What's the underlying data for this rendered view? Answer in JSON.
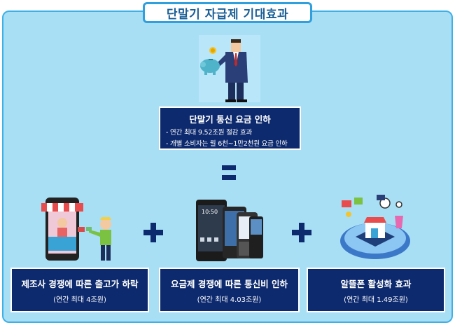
{
  "title": "단말기 자급제 기대효과",
  "main_effect": {
    "heading": "단말기 통신 요금 인하",
    "lines": [
      "- 연간 최대 9.52조원 절감 효과",
      "- 개별 소비자는 월 6천~1만2천원 요금 인하"
    ]
  },
  "effects": [
    {
      "heading": "제조사 경쟁에 따른 출고가 하락",
      "sub": "(연간 최대 4조원)"
    },
    {
      "heading": "요금제 경쟁에 따른 통신비 인하",
      "sub": "(연간 최대 4.03조원)"
    },
    {
      "heading": "알뜰폰 활성화 효과",
      "sub": "(연간 최대 1.49조원)"
    }
  ],
  "phone_screen_time": "10:50",
  "colors": {
    "panel_bg": "#a8dff5",
    "panel_border": "#3fb0e6",
    "box_bg": "#0e2a6e",
    "title_text": "#1a5f96"
  },
  "icons": [
    "piggy-bank-businessman-icon",
    "shop-smartphone-customer-icon",
    "smartphones-icon",
    "ecommerce-isometric-icon",
    "equals-icon",
    "plus-icon"
  ]
}
